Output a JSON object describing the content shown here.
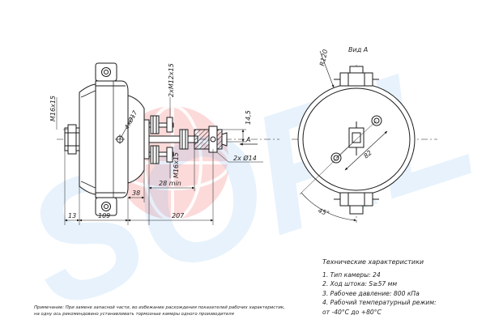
{
  "colors": {
    "watermark_blue": "#2f8ee6",
    "watermark_red": "#f25757",
    "line": "#1a1a1a"
  },
  "watermark": {
    "text": "SORL"
  },
  "side_view": {
    "labels": {
      "thread_left": "M16x15",
      "holes": "4xØ17",
      "stud_top": "2xM12x15",
      "thread_bottom": "M16x15",
      "dim_14_5": "14,5",
      "arrow_a": "A",
      "dia_14": "2x Ø14",
      "min_28": "28 min",
      "dim_38": "38",
      "dim_13": "13",
      "dim_109": "109",
      "dim_207": "207"
    }
  },
  "front_view": {
    "labels": {
      "view_a": "Вид А",
      "r120": "R120",
      "dim_82": "82",
      "angle_45": "45°"
    }
  },
  "specs": {
    "title": "Технические характеристики",
    "items": [
      "1. Тип камеры: 24",
      "2. Ход штока: S≥57 мм",
      "3. Рабочее давление: 800 кПа",
      "4. Рабочий температурный режим:",
      "от -40°C до +80°C"
    ]
  },
  "note": {
    "line1": "Примечание: При замене запасной части, во избежание расхождения показателей рабочих характеристик,",
    "line2": "на одну ось рекомендовано устанавливать тормозные камеры одного производителя"
  }
}
